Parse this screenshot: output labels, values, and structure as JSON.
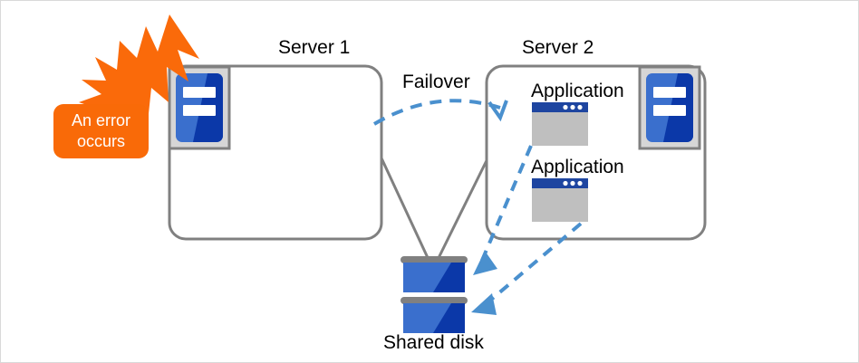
{
  "diagram": {
    "title_labels": {
      "server1": "Server 1",
      "server2": "Server 2",
      "failover": "Failover",
      "shared_disk": "Shared disk"
    },
    "error_callout": {
      "line1": "An error",
      "line2": "occurs",
      "color": "#f96a08",
      "text_color": "#ffffff",
      "icon": "burst-icon"
    },
    "server1": {
      "name": "Server 1",
      "icon": "server-icon",
      "applications": []
    },
    "server2": {
      "name": "Server 2",
      "icon": "server-icon",
      "applications": [
        {
          "label": "Application",
          "icon": "app-window-icon"
        },
        {
          "label": "Application",
          "icon": "app-window-icon"
        }
      ]
    },
    "shared_disk": {
      "label": "Shared disk",
      "icon": "disk-stack-icon",
      "units": 2
    },
    "connections": [
      {
        "name": "server1-to-disk",
        "style": "solid",
        "color": "#808080"
      },
      {
        "name": "server2-to-disk",
        "style": "solid",
        "color": "#808080"
      },
      {
        "name": "failover-arrow",
        "style": "dashed",
        "color": "#4a90ce",
        "from": "Server 1",
        "to": "Server 2"
      },
      {
        "name": "app1-to-disk-arrow",
        "style": "dashed",
        "color": "#4a90ce"
      },
      {
        "name": "app2-to-disk-arrow",
        "style": "dashed",
        "color": "#4a90ce"
      }
    ],
    "colors": {
      "box_border": "#808080",
      "accent_blue": "#4a90ce",
      "icon_blue_light": "#3a6fcd",
      "icon_blue_dark": "#0b38a8",
      "icon_frame": "#d4d4d4",
      "icon_frame_border": "#808080",
      "app_titlebar": "#1e45a0",
      "app_body": "#bfbfbf",
      "orange": "#f96a08"
    }
  }
}
